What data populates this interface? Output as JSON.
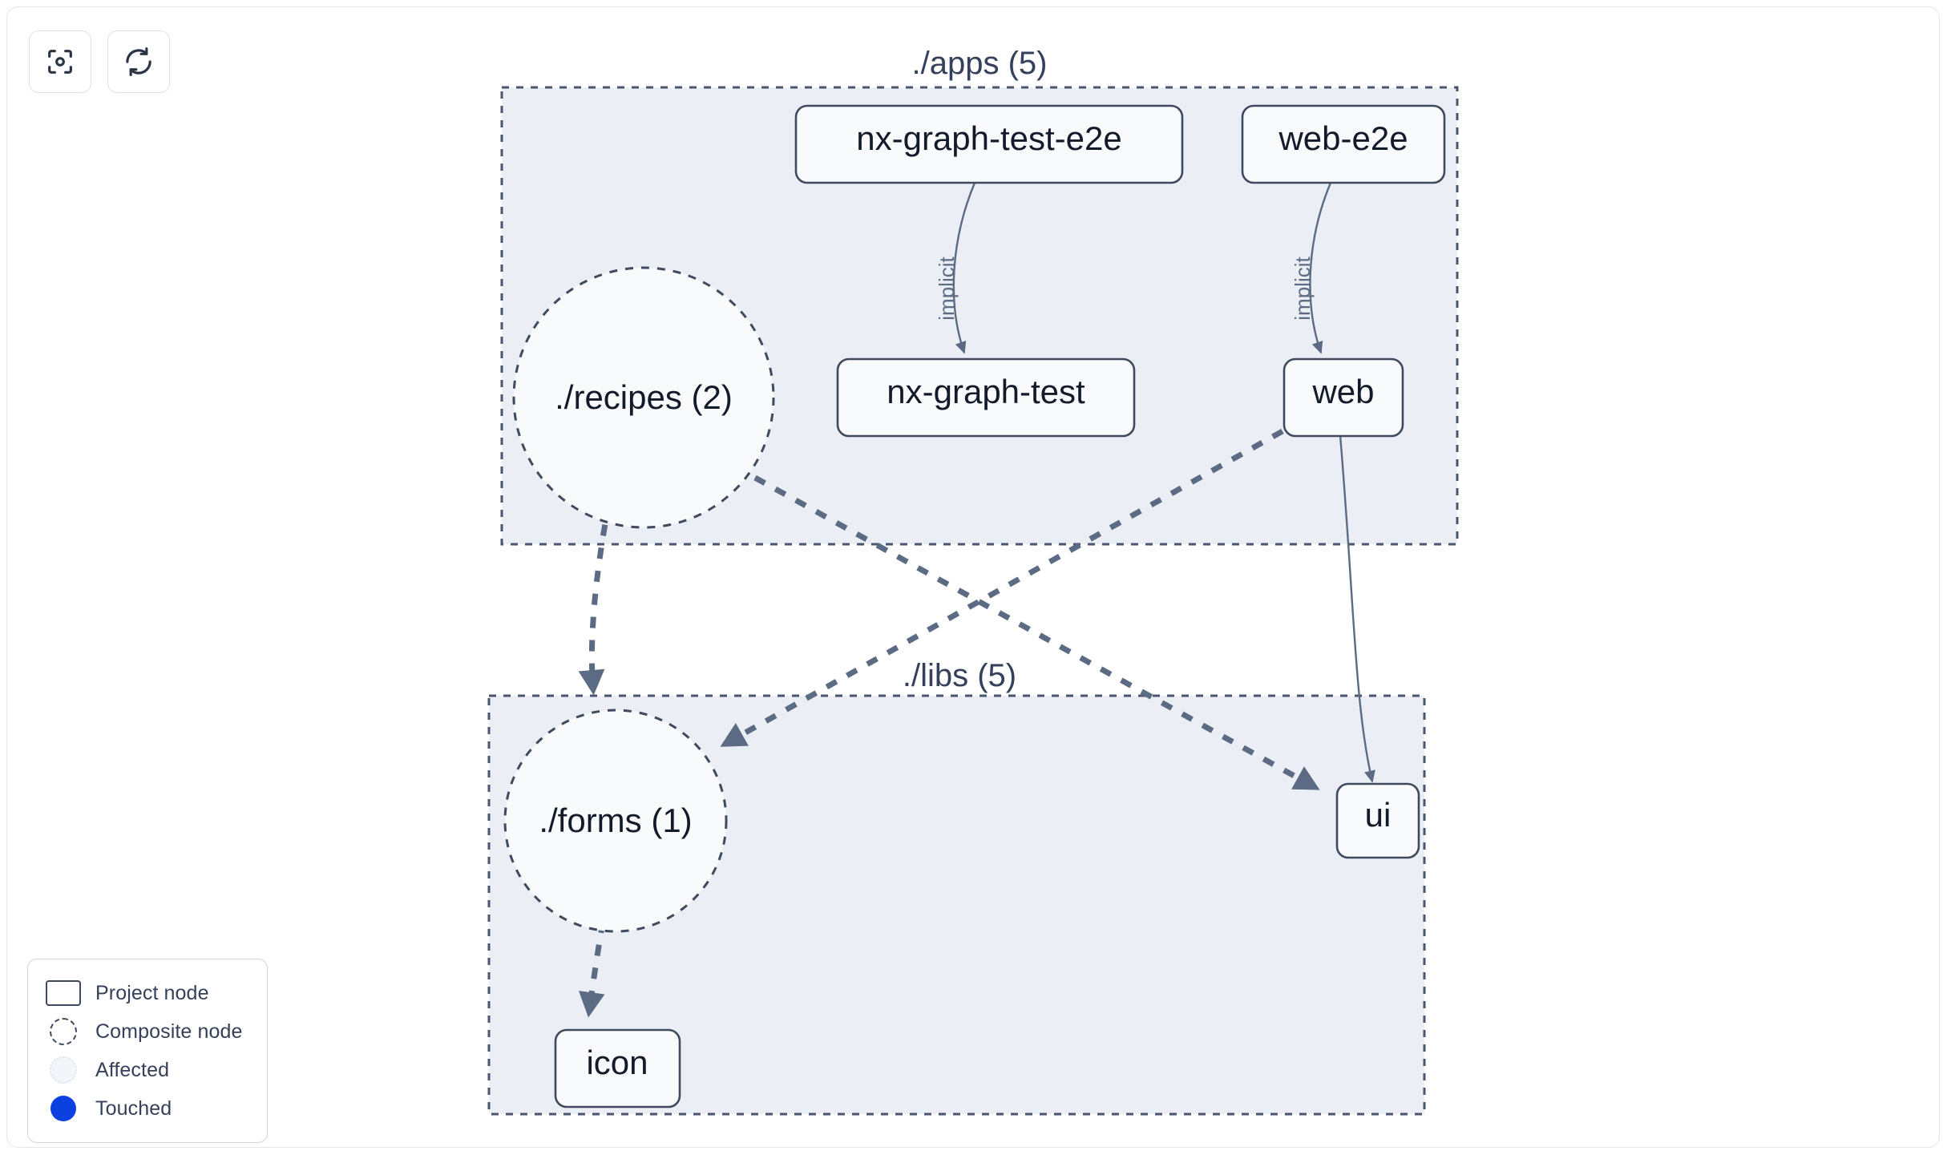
{
  "toolbar": {
    "buttons": [
      {
        "name": "focus-graph-button",
        "icon": "viewfinder-focus-icon",
        "label": ""
      },
      {
        "name": "refresh-graph-button",
        "icon": "refresh-icon",
        "label": ""
      }
    ]
  },
  "graph": {
    "groups": [
      {
        "id": "apps",
        "label": "./apps (5)"
      },
      {
        "id": "libs",
        "label": "./libs (5)"
      }
    ],
    "project_nodes": [
      {
        "id": "nx-graph-test-e2e",
        "label": "nx-graph-test-e2e"
      },
      {
        "id": "web-e2e",
        "label": "web-e2e"
      },
      {
        "id": "nx-graph-test",
        "label": "nx-graph-test"
      },
      {
        "id": "web",
        "label": "web"
      },
      {
        "id": "ui",
        "label": "ui"
      },
      {
        "id": "icon",
        "label": "icon"
      }
    ],
    "composite_nodes": [
      {
        "id": "recipes",
        "label": "./recipes (2)"
      },
      {
        "id": "forms",
        "label": "./forms (1)"
      }
    ],
    "edges": [
      {
        "from": "nx-graph-test-e2e",
        "to": "nx-graph-test",
        "label": "implicit",
        "kind": "implicit"
      },
      {
        "from": "web-e2e",
        "to": "web",
        "label": "implicit",
        "kind": "implicit"
      },
      {
        "from": "web",
        "to": "ui",
        "label": "",
        "kind": "static"
      },
      {
        "from": "recipes",
        "to": "forms",
        "label": "",
        "kind": "composite"
      },
      {
        "from": "recipes",
        "to": "ui",
        "label": "",
        "kind": "composite"
      },
      {
        "from": "web",
        "to": "forms",
        "label": "",
        "kind": "composite"
      },
      {
        "from": "forms",
        "to": "icon",
        "label": "",
        "kind": "composite"
      }
    ]
  },
  "legend": {
    "items": [
      {
        "key": "project-node",
        "label": "Project node"
      },
      {
        "key": "composite-node",
        "label": "Composite node"
      },
      {
        "key": "affected",
        "label": "Affected"
      },
      {
        "key": "touched",
        "label": "Touched"
      }
    ]
  },
  "colors": {
    "group_fill": "#ebeff5",
    "group_border": "#4a566e",
    "node_fill": "#f8fafc",
    "node_border": "#3f4a5e",
    "node_text": "#131a29",
    "edge": "#5c6b84",
    "composite_edge": "#5c6b84",
    "label_text": "#35415a",
    "touched": "#0b41e0",
    "canvas_bg": "#ffffff"
  }
}
